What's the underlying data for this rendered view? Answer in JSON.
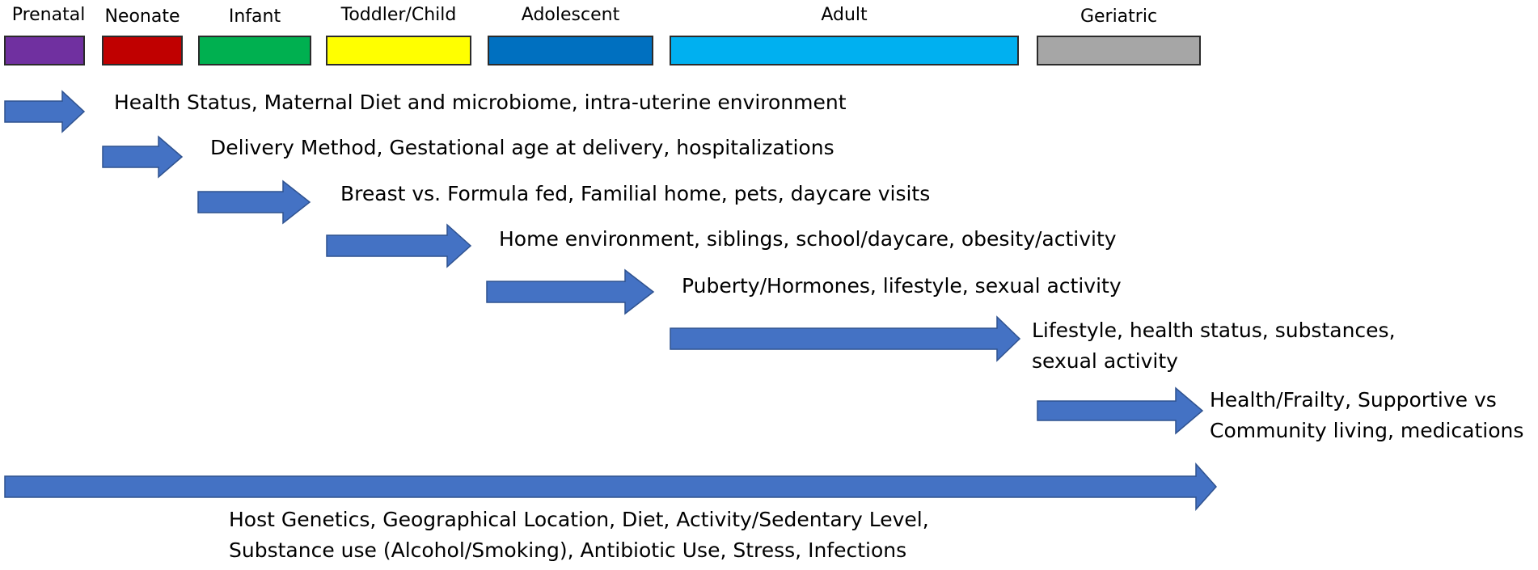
{
  "stages": [
    {
      "label": "Prenatal",
      "color": "#7030A0"
    },
    {
      "label": "Neonate",
      "color": "#C00000"
    },
    {
      "label": "Infant",
      "color": "#00B050"
    },
    {
      "label": "Toddler/Child",
      "color": "#FFFF00"
    },
    {
      "label": "Adolescent",
      "color": "#0070C0"
    },
    {
      "label": "Adult",
      "color": "#00B0F0"
    },
    {
      "label": "Geriatric",
      "color": "#A6A6A6"
    }
  ],
  "factors": {
    "prenatal": {
      "line1": "Health Status, Maternal Diet and microbiome, intra-uterine environment"
    },
    "neonate": {
      "line1": "Delivery Method, Gestational age at delivery, hospitalizations"
    },
    "infant": {
      "line1": "Breast vs. Formula fed, Familial home, pets, daycare visits"
    },
    "toddler": {
      "line1": "Home environment, siblings, school/daycare, obesity/activity"
    },
    "adolescent": {
      "line1": "Puberty/Hormones, lifestyle, sexual activity"
    },
    "adult": {
      "line1": "Lifestyle, health status, substances,",
      "line2": "sexual activity"
    },
    "geriatric": {
      "line1": "Health/Frailty, Supportive vs",
      "line2": "Community living, medications"
    },
    "lifelong": {
      "line1": "Host Genetics, Geographical Location, Diet, Activity/Sedentary Level,",
      "line2": "Substance use (Alcohol/Smoking), Antibiotic Use, Stress, Infections"
    }
  },
  "colors": {
    "arrow_fill": "#4472C4",
    "arrow_stroke": "#2F528F",
    "bar_border": "#2b2b2b"
  }
}
